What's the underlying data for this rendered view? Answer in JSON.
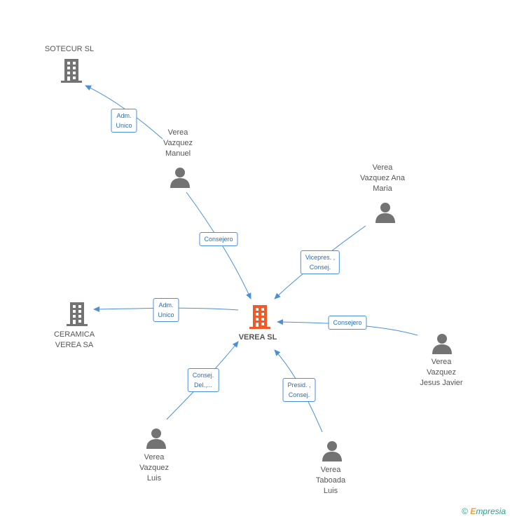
{
  "nodes": {
    "main": {
      "label": "VEREA SL",
      "type": "company",
      "highlight": true
    },
    "sotecur": {
      "label_lines": [
        "SOTECUR SL"
      ],
      "type": "company"
    },
    "ceramica": {
      "label_lines": [
        "CERAMICA",
        "VEREA SA"
      ],
      "type": "company"
    },
    "manuel": {
      "label_lines": [
        "Verea",
        "Vazquez",
        "Manuel"
      ],
      "type": "person"
    },
    "ana": {
      "label_lines": [
        "Verea",
        "Vazquez Ana",
        "Maria"
      ],
      "type": "person"
    },
    "jesus": {
      "label_lines": [
        "Verea",
        "Vazquez",
        "Jesus Javier"
      ],
      "type": "person"
    },
    "luis_v": {
      "label_lines": [
        "Verea",
        "Vazquez",
        "Luis"
      ],
      "type": "person"
    },
    "luis_t": {
      "label_lines": [
        "Verea",
        "Taboada",
        "Luis"
      ],
      "type": "person"
    }
  },
  "edges": {
    "manuel_sotecur": {
      "lines": [
        "Adm.",
        "Unico"
      ]
    },
    "manuel_main": {
      "lines": [
        "Consejero"
      ]
    },
    "ana_main": {
      "lines": [
        "Vicepres. ,",
        "Consej."
      ]
    },
    "main_ceramica": {
      "lines": [
        "Adm.",
        "Unico"
      ]
    },
    "jesus_main": {
      "lines": [
        "Consejero"
      ]
    },
    "luisv_main": {
      "lines": [
        "Consej.",
        "Del.,..."
      ]
    },
    "luist_main": {
      "lines": [
        "Presid. ,",
        "Consej."
      ]
    }
  },
  "footer": {
    "copyright": "©",
    "brand_initial": "E",
    "brand_rest": "mpresia"
  },
  "colors": {
    "edge": "#4a90d9",
    "icon": "#737373",
    "main_icon": "#f05a28"
  }
}
